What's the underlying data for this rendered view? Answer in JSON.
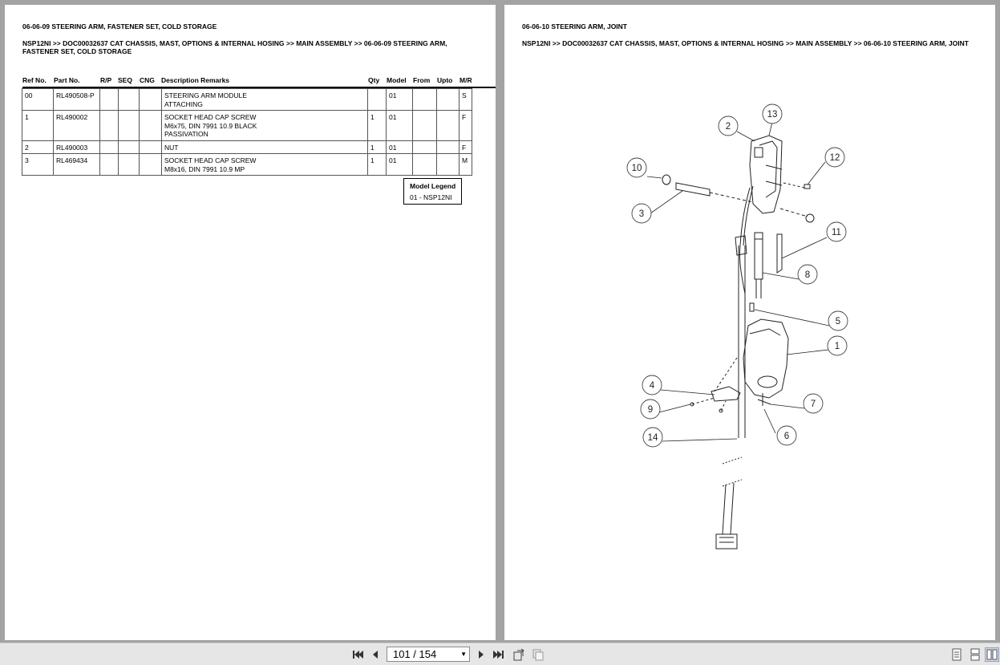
{
  "left_page": {
    "title": "06-06-09 STEERING ARM, FASTENER SET, COLD STORAGE",
    "breadcrumb": "NSP12NI >> DOC00032637 CAT CHASSIS, MAST, OPTIONS & INTERNAL HOSING >> MAIN ASSEMBLY >> 06-06-09 STEERING ARM, FASTENER SET, COLD STORAGE",
    "columns": [
      "Ref No.",
      "Part No.",
      "R/P",
      "SEQ",
      "CNG",
      "Description Remarks",
      "Qty",
      "Model",
      "From",
      "Upto",
      "M/R"
    ],
    "rows": [
      {
        "ref": "00",
        "part": "RL490508-P",
        "rp": "",
        "seq": "",
        "cng": "",
        "desc": [
          "STEERING ARM MODULE",
          "ATTACHING"
        ],
        "qty": "",
        "model": "01",
        "from": "",
        "upto": "",
        "mr": "S"
      },
      {
        "ref": "1",
        "part": "RL490002",
        "rp": "",
        "seq": "",
        "cng": "",
        "desc": [
          "SOCKET HEAD CAP SCREW",
          "M6x75, DIN 7991 10.9 BLACK",
          "PASSIVATION"
        ],
        "qty": "1",
        "model": "01",
        "from": "",
        "upto": "",
        "mr": "F"
      },
      {
        "ref": "2",
        "part": "RL490003",
        "rp": "",
        "seq": "",
        "cng": "",
        "desc": [
          "NUT"
        ],
        "qty": "1",
        "model": "01",
        "from": "",
        "upto": "",
        "mr": "F"
      },
      {
        "ref": "3",
        "part": "RL469434",
        "rp": "",
        "seq": "",
        "cng": "",
        "desc": [
          "SOCKET HEAD CAP SCREW",
          "M8x16, DIN 7991 10.9 MP"
        ],
        "qty": "1",
        "model": "01",
        "from": "",
        "upto": "",
        "mr": "M"
      }
    ],
    "legend": {
      "title": "Model Legend",
      "value": "01 - NSP12NI"
    }
  },
  "right_page": {
    "title": "06-06-10 STEERING ARM, JOINT",
    "breadcrumb": "NSP12NI >> DOC00032637 CAT CHASSIS, MAST, OPTIONS & INTERNAL HOSING >> MAIN ASSEMBLY >> 06-06-10 STEERING ARM, JOINT",
    "callouts": [
      "13",
      "2",
      "12",
      "10",
      "3",
      "11",
      "8",
      "5",
      "1",
      "4",
      "7",
      "9",
      "6",
      "14"
    ]
  },
  "toolbar": {
    "page_indicator": "101 / 154",
    "icons": [
      "first-page-icon",
      "prev-page-icon",
      "next-page-icon",
      "last-page-icon",
      "rotate-icon",
      "copy-icon",
      "single-page-icon",
      "continuous-page-icon",
      "two-page-icon"
    ]
  }
}
